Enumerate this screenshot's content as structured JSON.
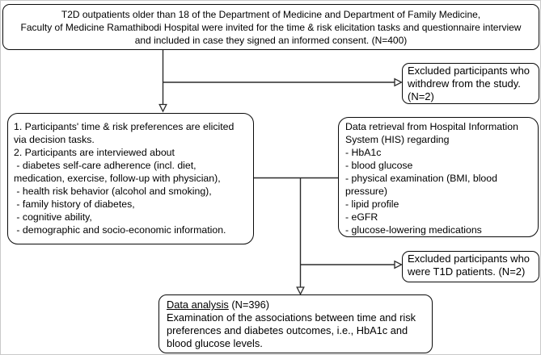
{
  "colors": {
    "box_border": "#0a0a0a",
    "text": "#000000",
    "background": "#ffffff",
    "connector": "#2b2b2b"
  },
  "boxes": {
    "enrollment": {
      "lines": [
        "T2D outpatients older than 18 of the Department of Medicine and Department of Family Medicine,",
        "Faculty of Medicine Ramathibodi Hospital were invited for the time & risk elicitation tasks and questionnaire interview",
        "and included in case they signed an informed consent. (N=400)"
      ]
    },
    "excluded_withdrew": {
      "lines": [
        "Excluded participants who",
        "withdrew from the study.",
        "(N=2)"
      ]
    },
    "elicitation": {
      "lines": [
        "1. Participants' time & risk preferences are elicited",
        "via decision tasks.",
        "2. Participants are interviewed about",
        " - diabetes self-care adherence (incl. diet,",
        "medication, exercise, follow-up with physician),",
        " - health risk behavior (alcohol and smoking),",
        " - family history of diabetes,",
        " - cognitive ability,",
        " - demographic and socio-economic information."
      ]
    },
    "his_retrieval": {
      "lines": [
        "Data retrieval from Hospital Information",
        "System (HIS) regarding",
        "- HbA1c",
        "- blood glucose",
        "- physical examination (BMI, blood",
        "pressure)",
        "- lipid profile",
        "- eGFR",
        "- glucose-lowering medications"
      ]
    },
    "excluded_t1d": {
      "lines": [
        "Excluded participants who",
        "were T1D patients. (N=2)"
      ]
    },
    "data_analysis": {
      "title": "Data analysis",
      "n_label": " (N=396)",
      "lines": [
        "Examination of the associations between time and risk",
        "preferences and diabetes outcomes, i.e., HbA1c and",
        "blood glucose levels."
      ]
    }
  }
}
